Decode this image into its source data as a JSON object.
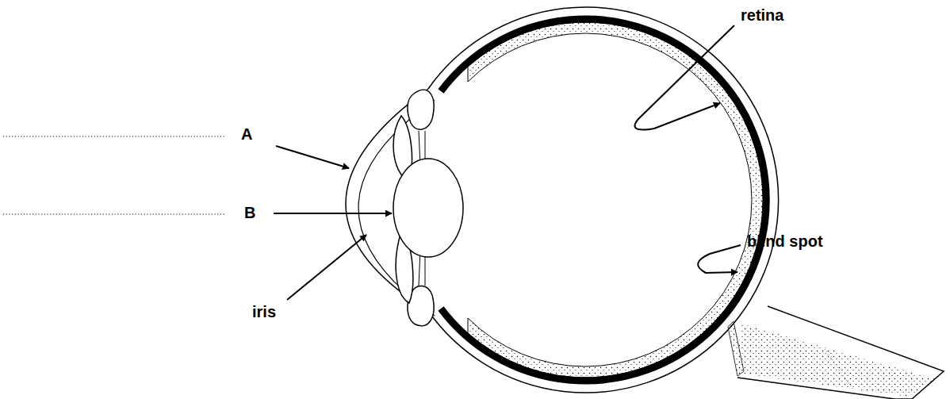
{
  "diagram": {
    "labels": [
      "A",
      "B",
      "iris",
      "retina",
      "blind spot"
    ]
  }
}
